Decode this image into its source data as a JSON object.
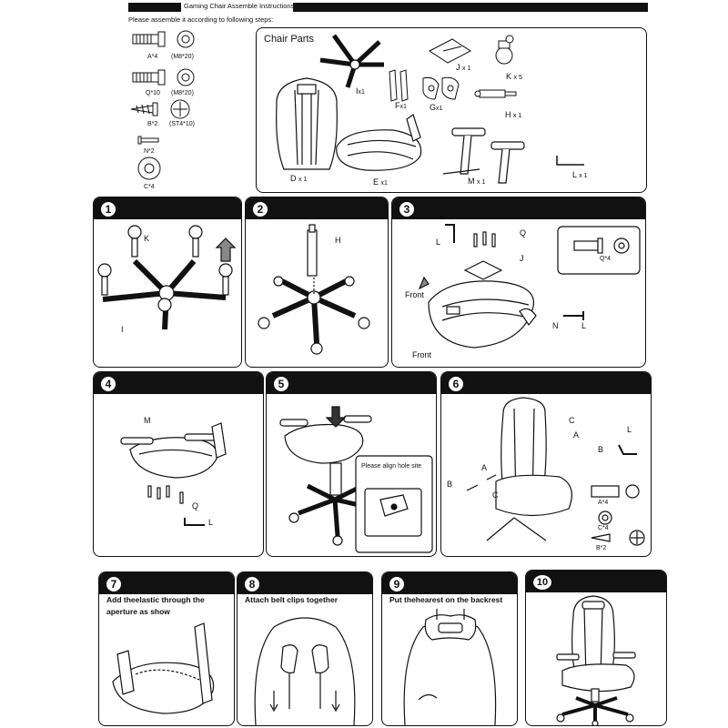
{
  "header": {
    "title": "Gaming Chair Assemble Instructions",
    "subtitle": "Please assemble it according to following steps:"
  },
  "hardware": {
    "a_label": "A*4",
    "a_size": "(M8*20)",
    "q_label": "Q*10",
    "q_size": "(M8*20)",
    "b_label": "B*2",
    "b_size": "(ST4*10)",
    "n_label": "N*2",
    "c_label": "C*4"
  },
  "chair_parts": {
    "title": "Chair Parts",
    "i": "I",
    "i_qty": "x1",
    "j": "J",
    "j_qty": "x 1",
    "k": "K",
    "k_qty": "x 5",
    "f": "F",
    "f_qty": "x1",
    "g": "G",
    "g_qty": "x1",
    "h": "H",
    "h_qty": "x 1",
    "d": "D",
    "d_qty": "x 1",
    "e": "E",
    "e_qty": "x1",
    "m": "M",
    "m_qty": "x 1",
    "l": "L",
    "l_qty": "x 1"
  },
  "steps": [
    {
      "num": "1",
      "labels": [
        "K",
        "I"
      ]
    },
    {
      "num": "2",
      "labels": [
        "H"
      ]
    },
    {
      "num": "3",
      "labels": [
        "L",
        "Q",
        "J",
        "Front",
        "Front",
        "N",
        "L",
        "Q*4"
      ]
    },
    {
      "num": "4",
      "labels": [
        "M",
        "Q",
        "L"
      ]
    },
    {
      "num": "5",
      "note": "Please align hole site"
    },
    {
      "num": "6",
      "labels": [
        "C",
        "L",
        "A",
        "B",
        "B",
        "A",
        "C",
        "A*4",
        "C*4",
        "B*2"
      ]
    },
    {
      "num": "7",
      "instruction": "Add theelastic through the aperture as show"
    },
    {
      "num": "8",
      "instruction": "Attach belt clips together"
    },
    {
      "num": "9",
      "instruction": "Put thehearest on the backrest"
    },
    {
      "num": "10"
    }
  ]
}
